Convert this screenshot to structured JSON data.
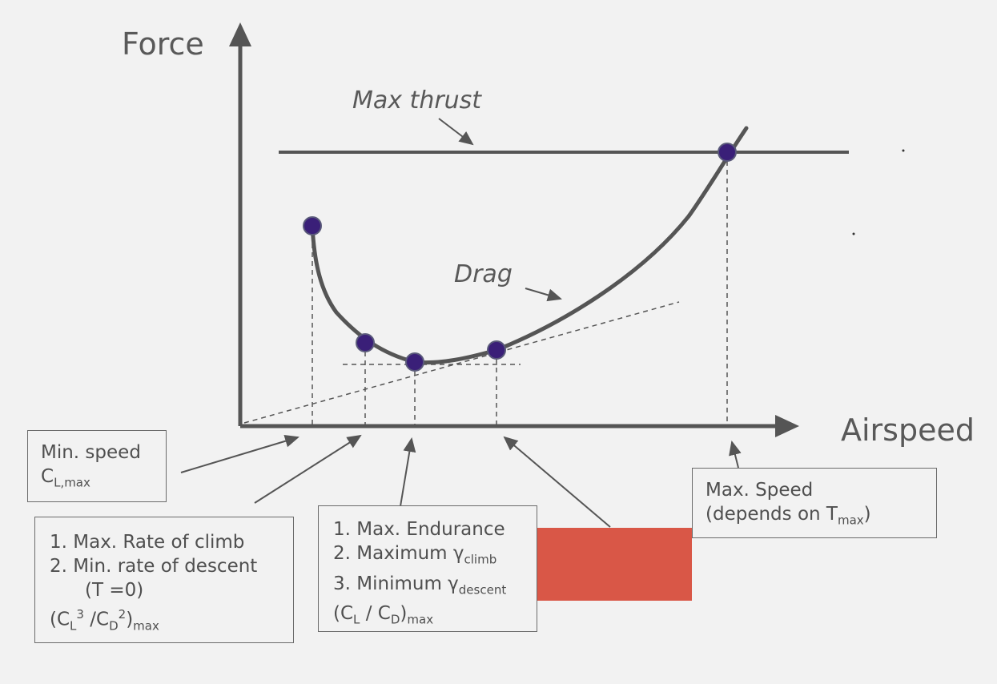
{
  "axes": {
    "y_label": "Force",
    "x_label": "Airspeed"
  },
  "labels": {
    "max_thrust": "Max thrust",
    "drag": "Drag"
  },
  "boxes": {
    "min_speed": {
      "line1": "Min. speed",
      "cl": "C",
      "cl_sub": "L,max"
    },
    "climb": {
      "line1": "1. Max. Rate of climb",
      "line2": "2. Min. rate of descent",
      "line3": "(T =0)",
      "ratio_open": "(C",
      "ratio_l": "L",
      "ratio_exp3": "3",
      "ratio_mid": " /C",
      "ratio_d": "D",
      "ratio_exp2": "2",
      "ratio_close": ")",
      "ratio_max": "max"
    },
    "endurance": {
      "line1": "1. Max. Endurance",
      "line2": "2. Maximum γ",
      "line2_sub": "climb",
      "line3": "3. Minimum γ",
      "line3_sub": "descent",
      "ratio_open": "(C",
      "ratio_l": "L",
      "ratio_mid": " / C",
      "ratio_d": "D",
      "ratio_close": ")",
      "ratio_max": "max"
    },
    "max_speed": {
      "line1": "Max. Speed",
      "line2": "(depends on T",
      "line2_sub": "max",
      "line2_close": ")"
    }
  },
  "colors": {
    "line": "#555555",
    "point": "#3a1f78",
    "accent_block": "#d95747",
    "background": "#f2f2f2"
  }
}
